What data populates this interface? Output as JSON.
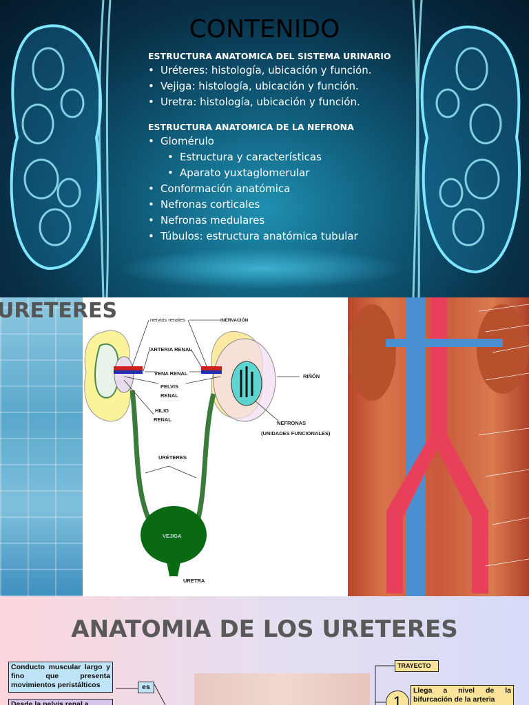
{
  "slide1": {
    "title": "CONTENIDO",
    "section1": "ESTRUCTURA ANATOMICA DEL SISTEMA URINARIO",
    "items1": [
      "Uréteres: histología, ubicación y función.",
      "Vejiga: histología, ubicación y función.",
      "Uretra: histología, ubicación y función."
    ],
    "section2": "ESTRUCTURA ANATOMICA DE LA NEFRONA",
    "items2": [
      "Glomérulo",
      "Estructura y características",
      "Aparato yuxtaglomerular",
      "Conformación anatómica",
      "Nefronas corticales",
      "Nefronas medulares",
      "Túbulos: estructura anatómica tubular"
    ]
  },
  "slide2": {
    "title": "URETERES",
    "labels": {
      "nervios": "nervios renales",
      "inervacion": "INERVACIÓN",
      "arteria": "ARTERIA RENAL",
      "vena": "VENA RENAL",
      "pelvis1": "PELVIS",
      "pelvis2": "RENAL",
      "hilio1": "HILIO",
      "hilio2": "RENAL",
      "rinon": "RIÑÓN",
      "nefronas1": "NEFRONAS",
      "nefronas2": "(UNIDADES FUNCIONALES)",
      "ureteres": "URÉTERES",
      "vejiga": "VEJIGA",
      "uretra": "URETRA"
    }
  },
  "slide3": {
    "title": "ANATOMIA DE LOS URETERES",
    "box_conducto": "Conducto muscular largo y fino que presenta movimientos peristálticos",
    "box_es": "es",
    "box_desde": "Desde la pelvis renal a",
    "box_trayecto": "TRAYECTO",
    "step_number": "1",
    "box_llega": "Llega a nivel de la bifurcación de la arteria"
  },
  "colors": {
    "bladder": "#0a6a12",
    "ureter": "#3a7a3a",
    "kidney": "#fbf39a",
    "anat_bg": "#c9583a"
  }
}
